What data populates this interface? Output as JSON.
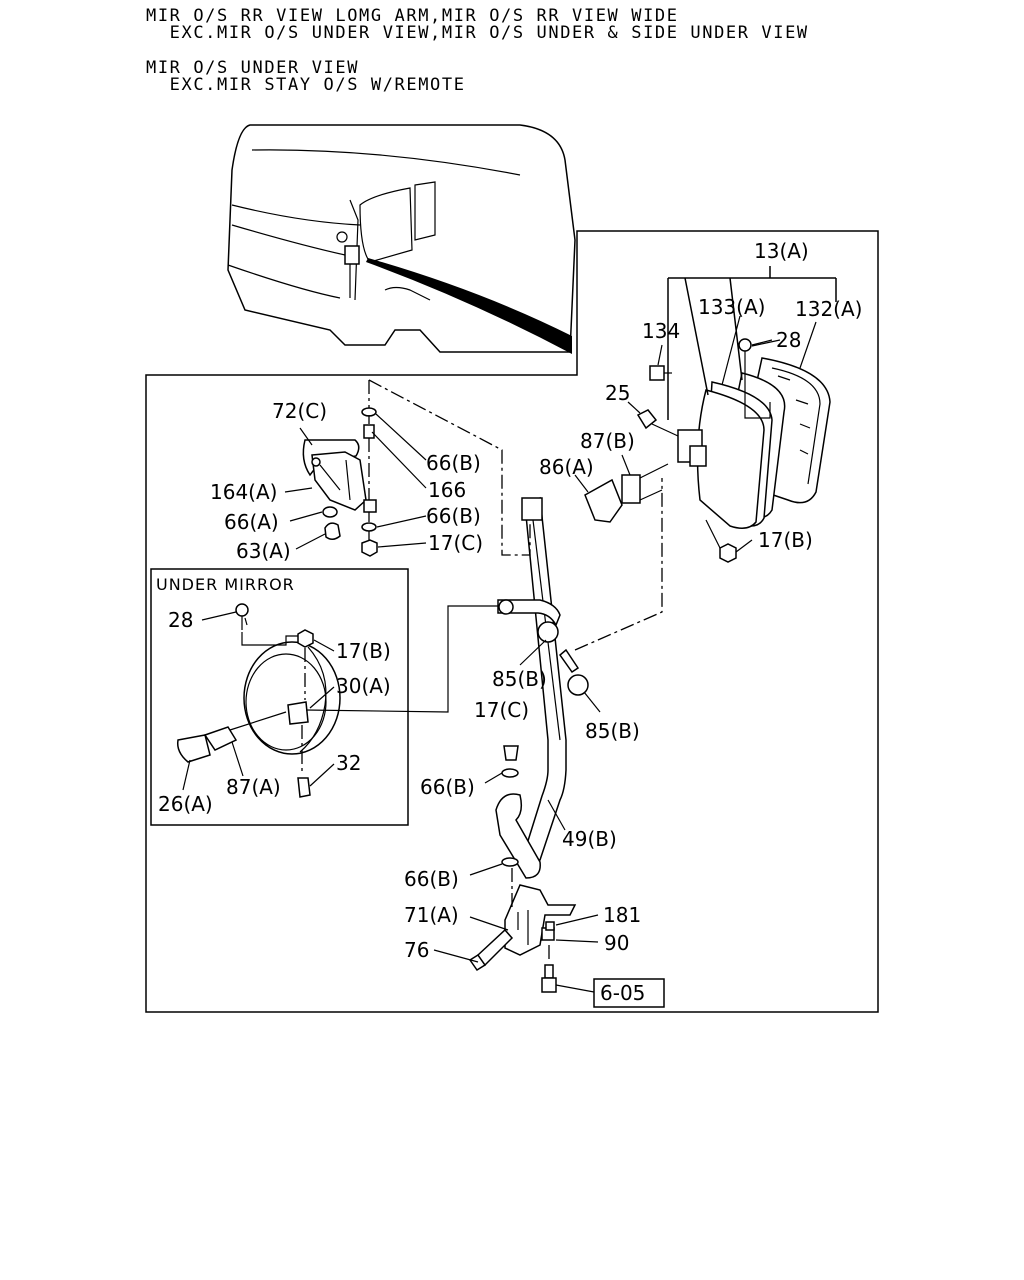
{
  "header": {
    "line1": "MIR O/S RR VIEW LOMG ARM,MIR O/S RR VIEW WIDE",
    "line2": "  EXC.MIR O/S UNDER VIEW,MIR O/S UNDER & SIDE UNDER VIEW",
    "line3": "MIR O/S UNDER VIEW",
    "line4": "  EXC.MIR STAY O/S W/REMOTE"
  },
  "inset": {
    "title": "UNDER MIRROR"
  },
  "callouts": {
    "c13a": "13(A)",
    "c133a": "133(A)",
    "c132a": "132(A)",
    "c134": "134",
    "c28_top": "28",
    "c25": "25",
    "c87b": "87(B)",
    "c86a": "86(A)",
    "c17b_top": "17(B)",
    "c72c": "72(C)",
    "c66b_1": "66(B)",
    "c166": "166",
    "c164a": "164(A)",
    "c66a": "66(A)",
    "c66b_2": "66(B)",
    "c63a": "63(A)",
    "c17c_1": "17(C)",
    "c28_inset": "28",
    "c17b_inset": "17(B)",
    "c30a": "30(A)",
    "c87a": "87(A)",
    "c32": "32",
    "c26a": "26(A)",
    "c85b_1": "85(B)",
    "c85b_2": "85(B)",
    "c17c_2": "17(C)",
    "c66b_3": "66(B)",
    "c49b": "49(B)",
    "c66b_4": "66(B)",
    "c71a": "71(A)",
    "c181": "181",
    "c90": "90",
    "c76": "76",
    "ref": "6-05"
  }
}
